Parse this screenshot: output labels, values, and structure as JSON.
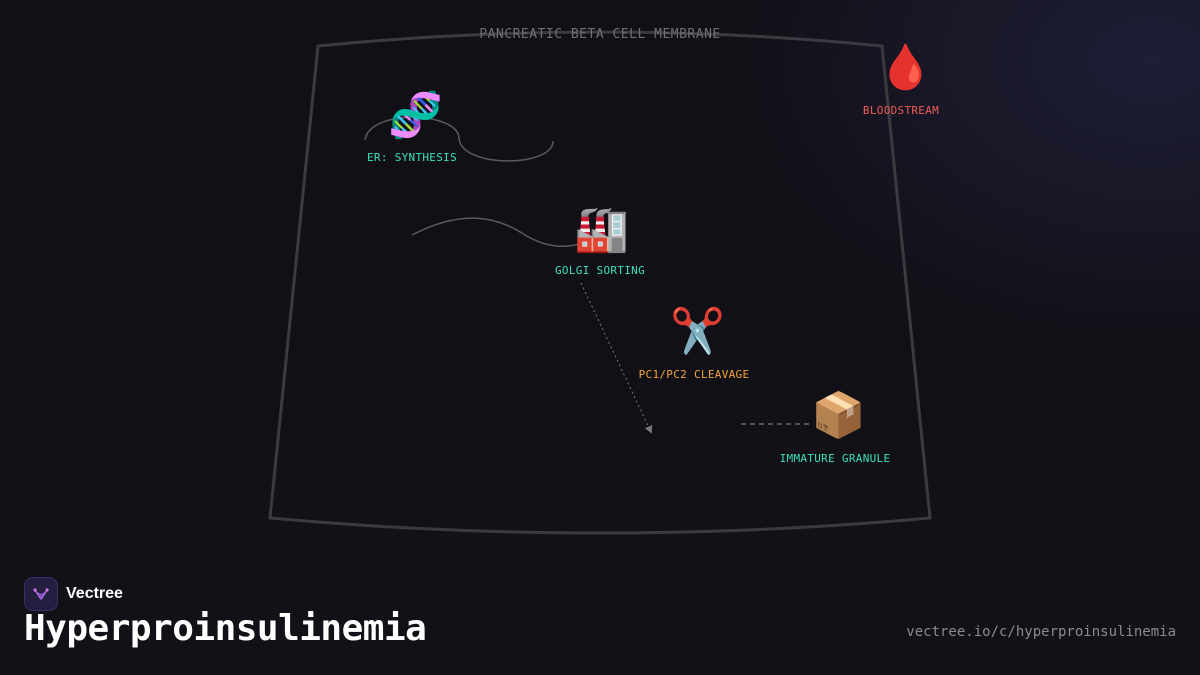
{
  "diagram": {
    "membrane_label": "PANCREATIC BETA CELL MEMBRANE",
    "nodes": [
      {
        "id": "bloodstream",
        "icon": "blood-drop-icon",
        "emoji": "🩸",
        "label": "BLOODSTREAM",
        "color": "#f05a5a"
      },
      {
        "id": "er",
        "icon": "dna-icon",
        "emoji": "🧬",
        "label": "ER: SYNTHESIS",
        "color": "#3de0b8"
      },
      {
        "id": "golgi",
        "icon": "factory-icon",
        "emoji": "🏭",
        "label": "GOLGI SORTING",
        "color": "#3de0b8"
      },
      {
        "id": "cleavage",
        "icon": "scissors-icon",
        "emoji": "✂️",
        "label": "PC1/PC2 CLEAVAGE",
        "color": "#f2a33a"
      },
      {
        "id": "granule",
        "icon": "package-icon",
        "emoji": "📦",
        "label": "IMMATURE GRANULE",
        "color": "#3de0b8"
      }
    ]
  },
  "footer": {
    "brand_name": "Vectree",
    "brand_icon": "vectree-logo-icon",
    "title": "Hyperproinsulinemia",
    "url": "vectree.io/c/hyperproinsulinemia"
  },
  "colors": {
    "background": "#111016",
    "membrane": "#3a3a3f",
    "connector": "#5a5a62",
    "accent_teal": "#3de0b8",
    "accent_orange": "#f2a33a",
    "accent_red": "#f05a5a"
  }
}
